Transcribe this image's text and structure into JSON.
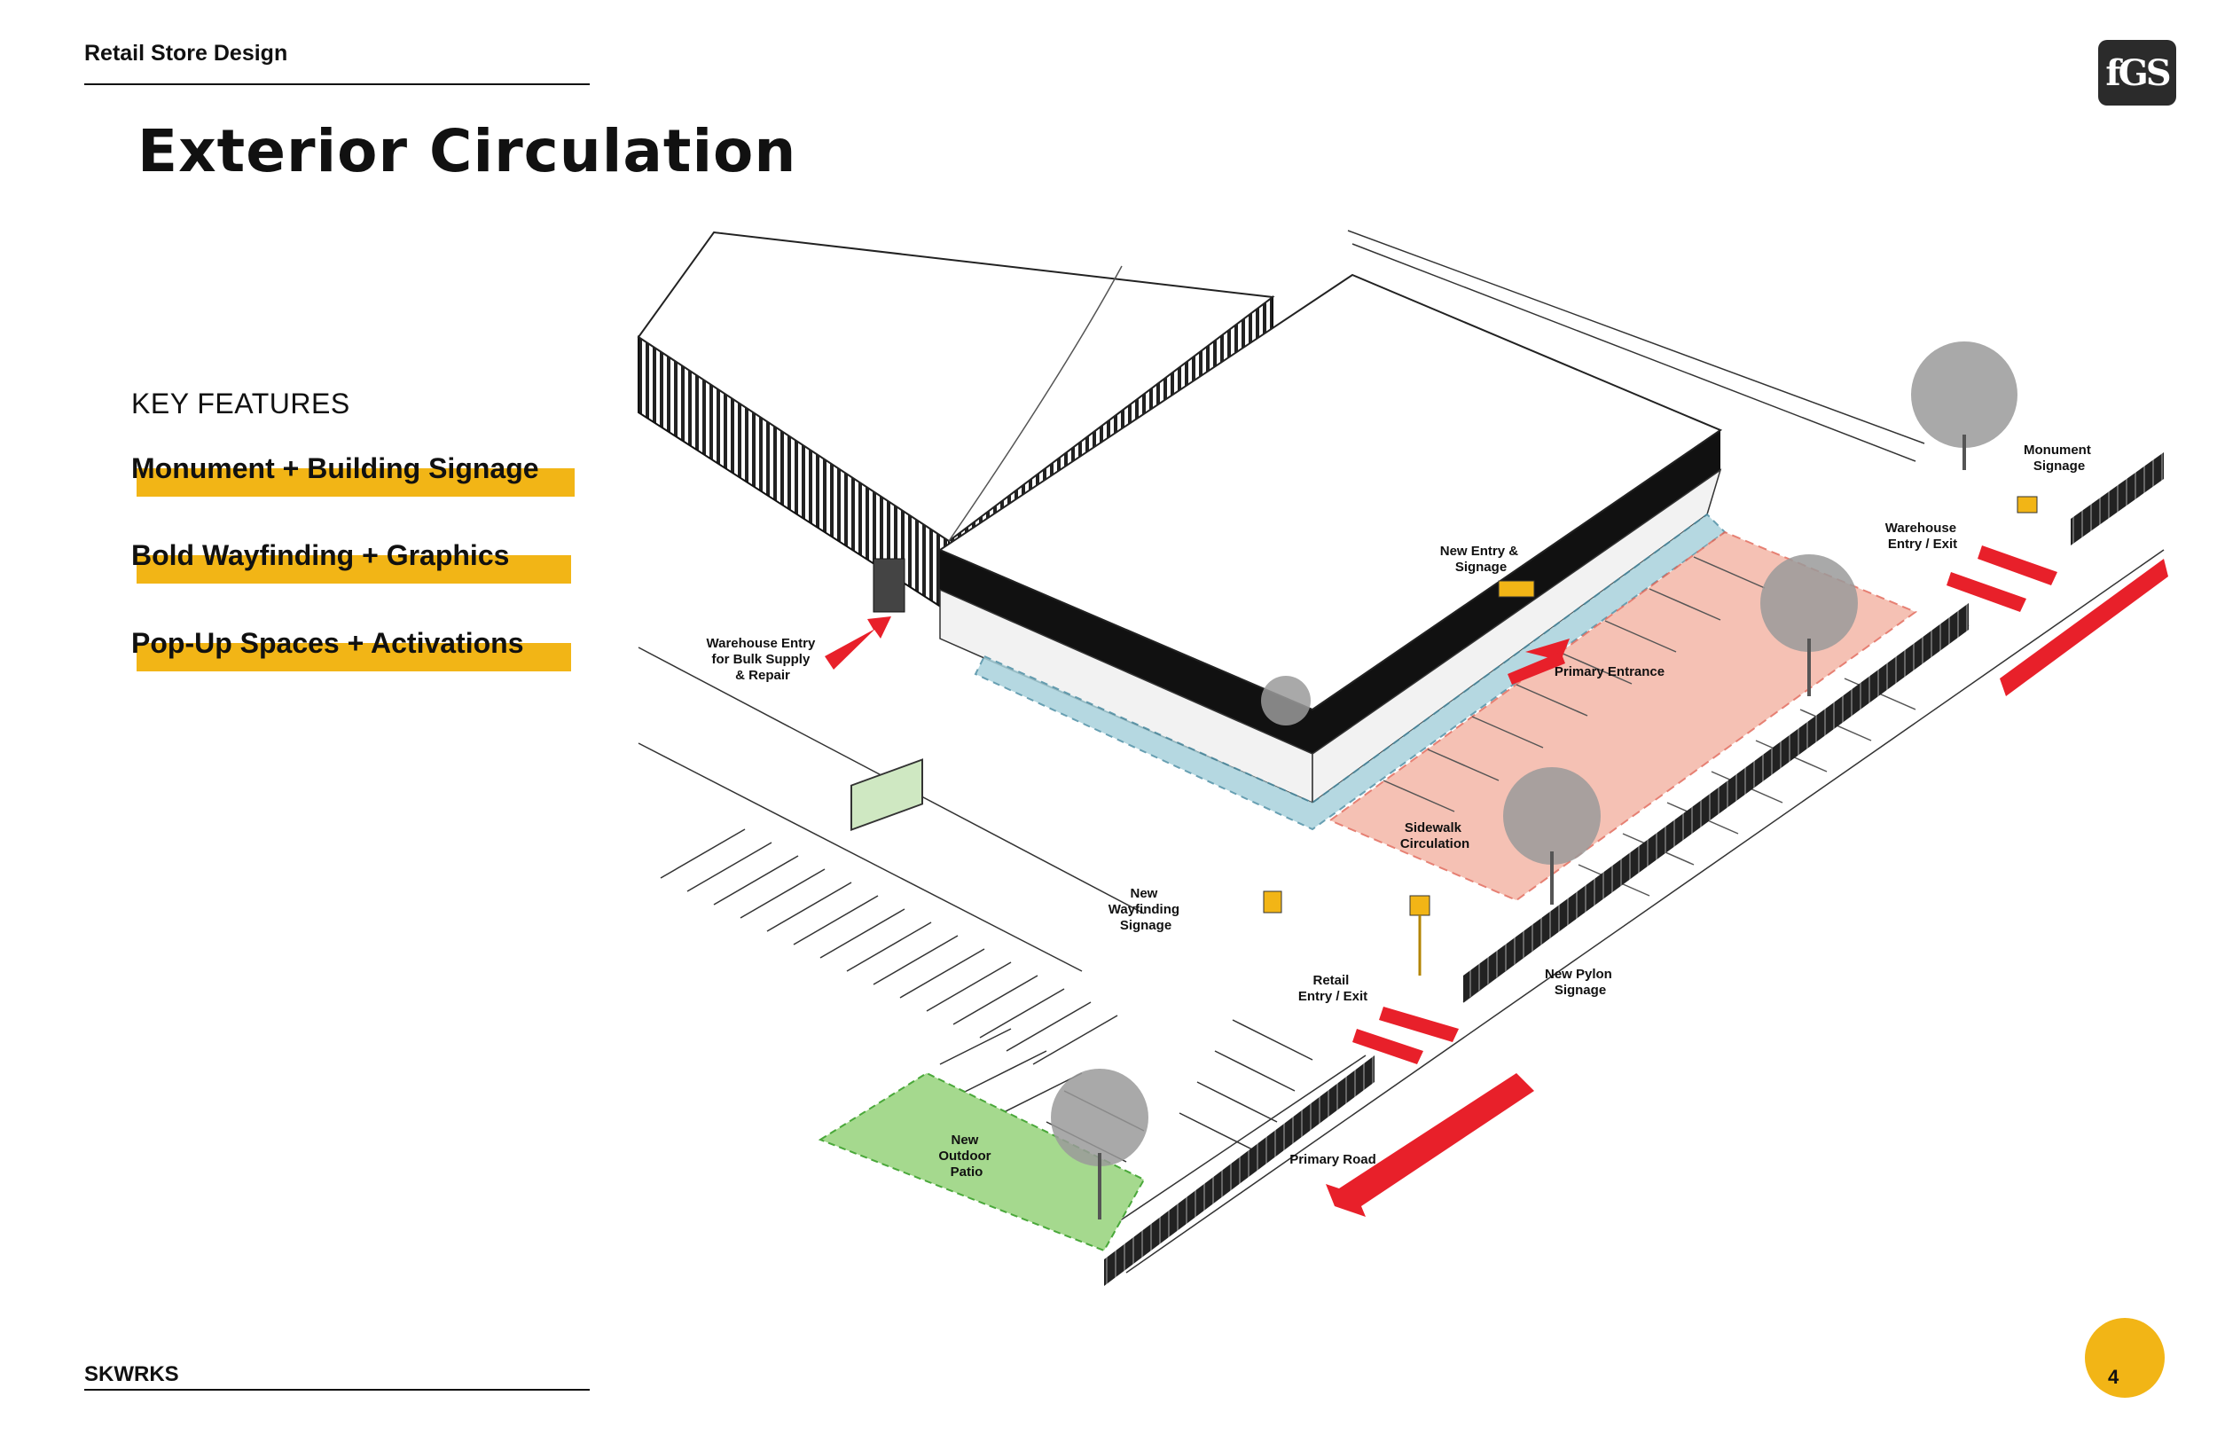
{
  "header": {
    "label": "Retail Store Design"
  },
  "page_title": "Exterior Circulation",
  "key_features": {
    "title": "KEY FEATURES",
    "items": [
      {
        "label": "Monument + Building Signage"
      },
      {
        "label": "Bold Wayfinding + Graphics"
      },
      {
        "label": "Pop-Up Spaces + Activations"
      }
    ]
  },
  "logo_text": "fGS",
  "footer": {
    "label": "SKWRKS"
  },
  "page_number": "4",
  "diagram_labels": {
    "warehouse_entry": [
      "Warehouse Entry",
      "for Bulk Supply",
      "& Repair"
    ],
    "new_entry": [
      "New Entry &",
      "Signage"
    ],
    "primary_entrance": [
      "Primary Entrance"
    ],
    "sidewalk": [
      "Sidewalk",
      "Circulation"
    ],
    "wayfinding": [
      "New",
      "Wayfinding",
      "Signage"
    ],
    "retail_entry": [
      "Retail",
      "Entry / Exit"
    ],
    "pylon": [
      "New Pylon",
      "Signage"
    ],
    "warehouse_exit": [
      "Warehouse",
      "Entry / Exit"
    ],
    "monument": [
      "Monument",
      "Signage"
    ],
    "patio": [
      "New",
      "Outdoor",
      "Patio"
    ],
    "primary_road": [
      "Primary Road"
    ]
  },
  "colors": {
    "highlight": "#f2b516",
    "arrow_red": "#e8202a",
    "parking_zone": "#f4b7a8",
    "sidewalk_zone": "#a9d2dc",
    "patio_zone": "#a5d98e",
    "signage_yellow": "#f2b516"
  }
}
